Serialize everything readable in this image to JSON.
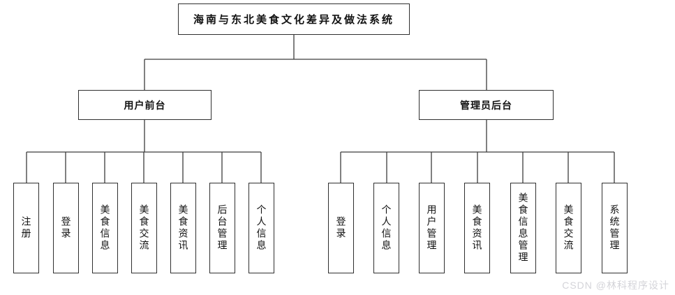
{
  "tree": {
    "root": {
      "label": "海南与东北美食文化差异及做法系统"
    },
    "branches": [
      {
        "label": "用户前台",
        "children": [
          "注册",
          "登录",
          "美食信息",
          "美食交流",
          "美食资讯",
          "后台管理",
          "个人信息"
        ]
      },
      {
        "label": "管理员后台",
        "children": [
          "登录",
          "个人信息",
          "用户管理",
          "美食资讯",
          "美食信息管理",
          "美食交流",
          "系统管理"
        ]
      }
    ]
  },
  "watermark": "CSDN @林科程序设计",
  "colors": {
    "line": "#3c3c3c",
    "box_border": "#2f2f2f",
    "background": "#ffffff",
    "watermark_text": "#d4d4d9"
  }
}
